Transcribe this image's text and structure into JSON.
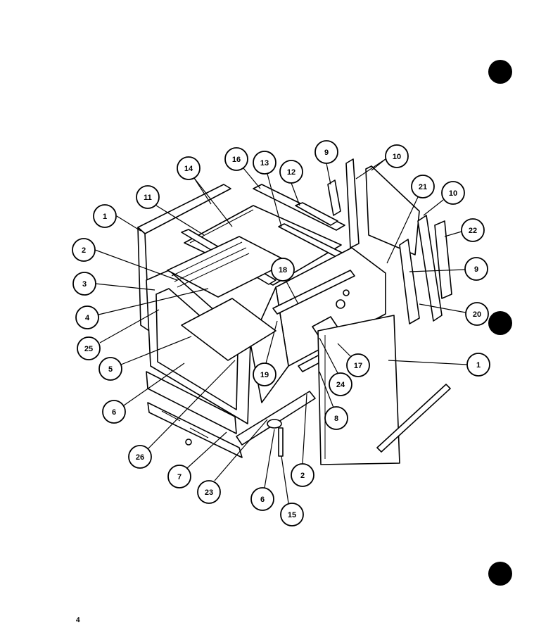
{
  "diagram": {
    "callouts": [
      {
        "label": "1"
      },
      {
        "label": "2"
      },
      {
        "label": "3"
      },
      {
        "label": "4"
      },
      {
        "label": "25"
      },
      {
        "label": "5"
      },
      {
        "label": "6"
      },
      {
        "label": "26"
      },
      {
        "label": "7"
      },
      {
        "label": "23"
      },
      {
        "label": "6"
      },
      {
        "label": "15"
      },
      {
        "label": "2"
      },
      {
        "label": "8"
      },
      {
        "label": "24"
      },
      {
        "label": "17"
      },
      {
        "label": "19"
      },
      {
        "label": "18"
      },
      {
        "label": "14"
      },
      {
        "label": "11"
      },
      {
        "label": "16"
      },
      {
        "label": "13"
      },
      {
        "label": "12"
      },
      {
        "label": "9"
      },
      {
        "label": "10"
      },
      {
        "label": "21"
      },
      {
        "label": "10"
      },
      {
        "label": "22"
      },
      {
        "label": "9"
      },
      {
        "label": "20"
      },
      {
        "label": "1"
      }
    ]
  },
  "page": {
    "number": "4"
  },
  "colors": {
    "ink": "#000000",
    "paper": "#ffffff"
  }
}
